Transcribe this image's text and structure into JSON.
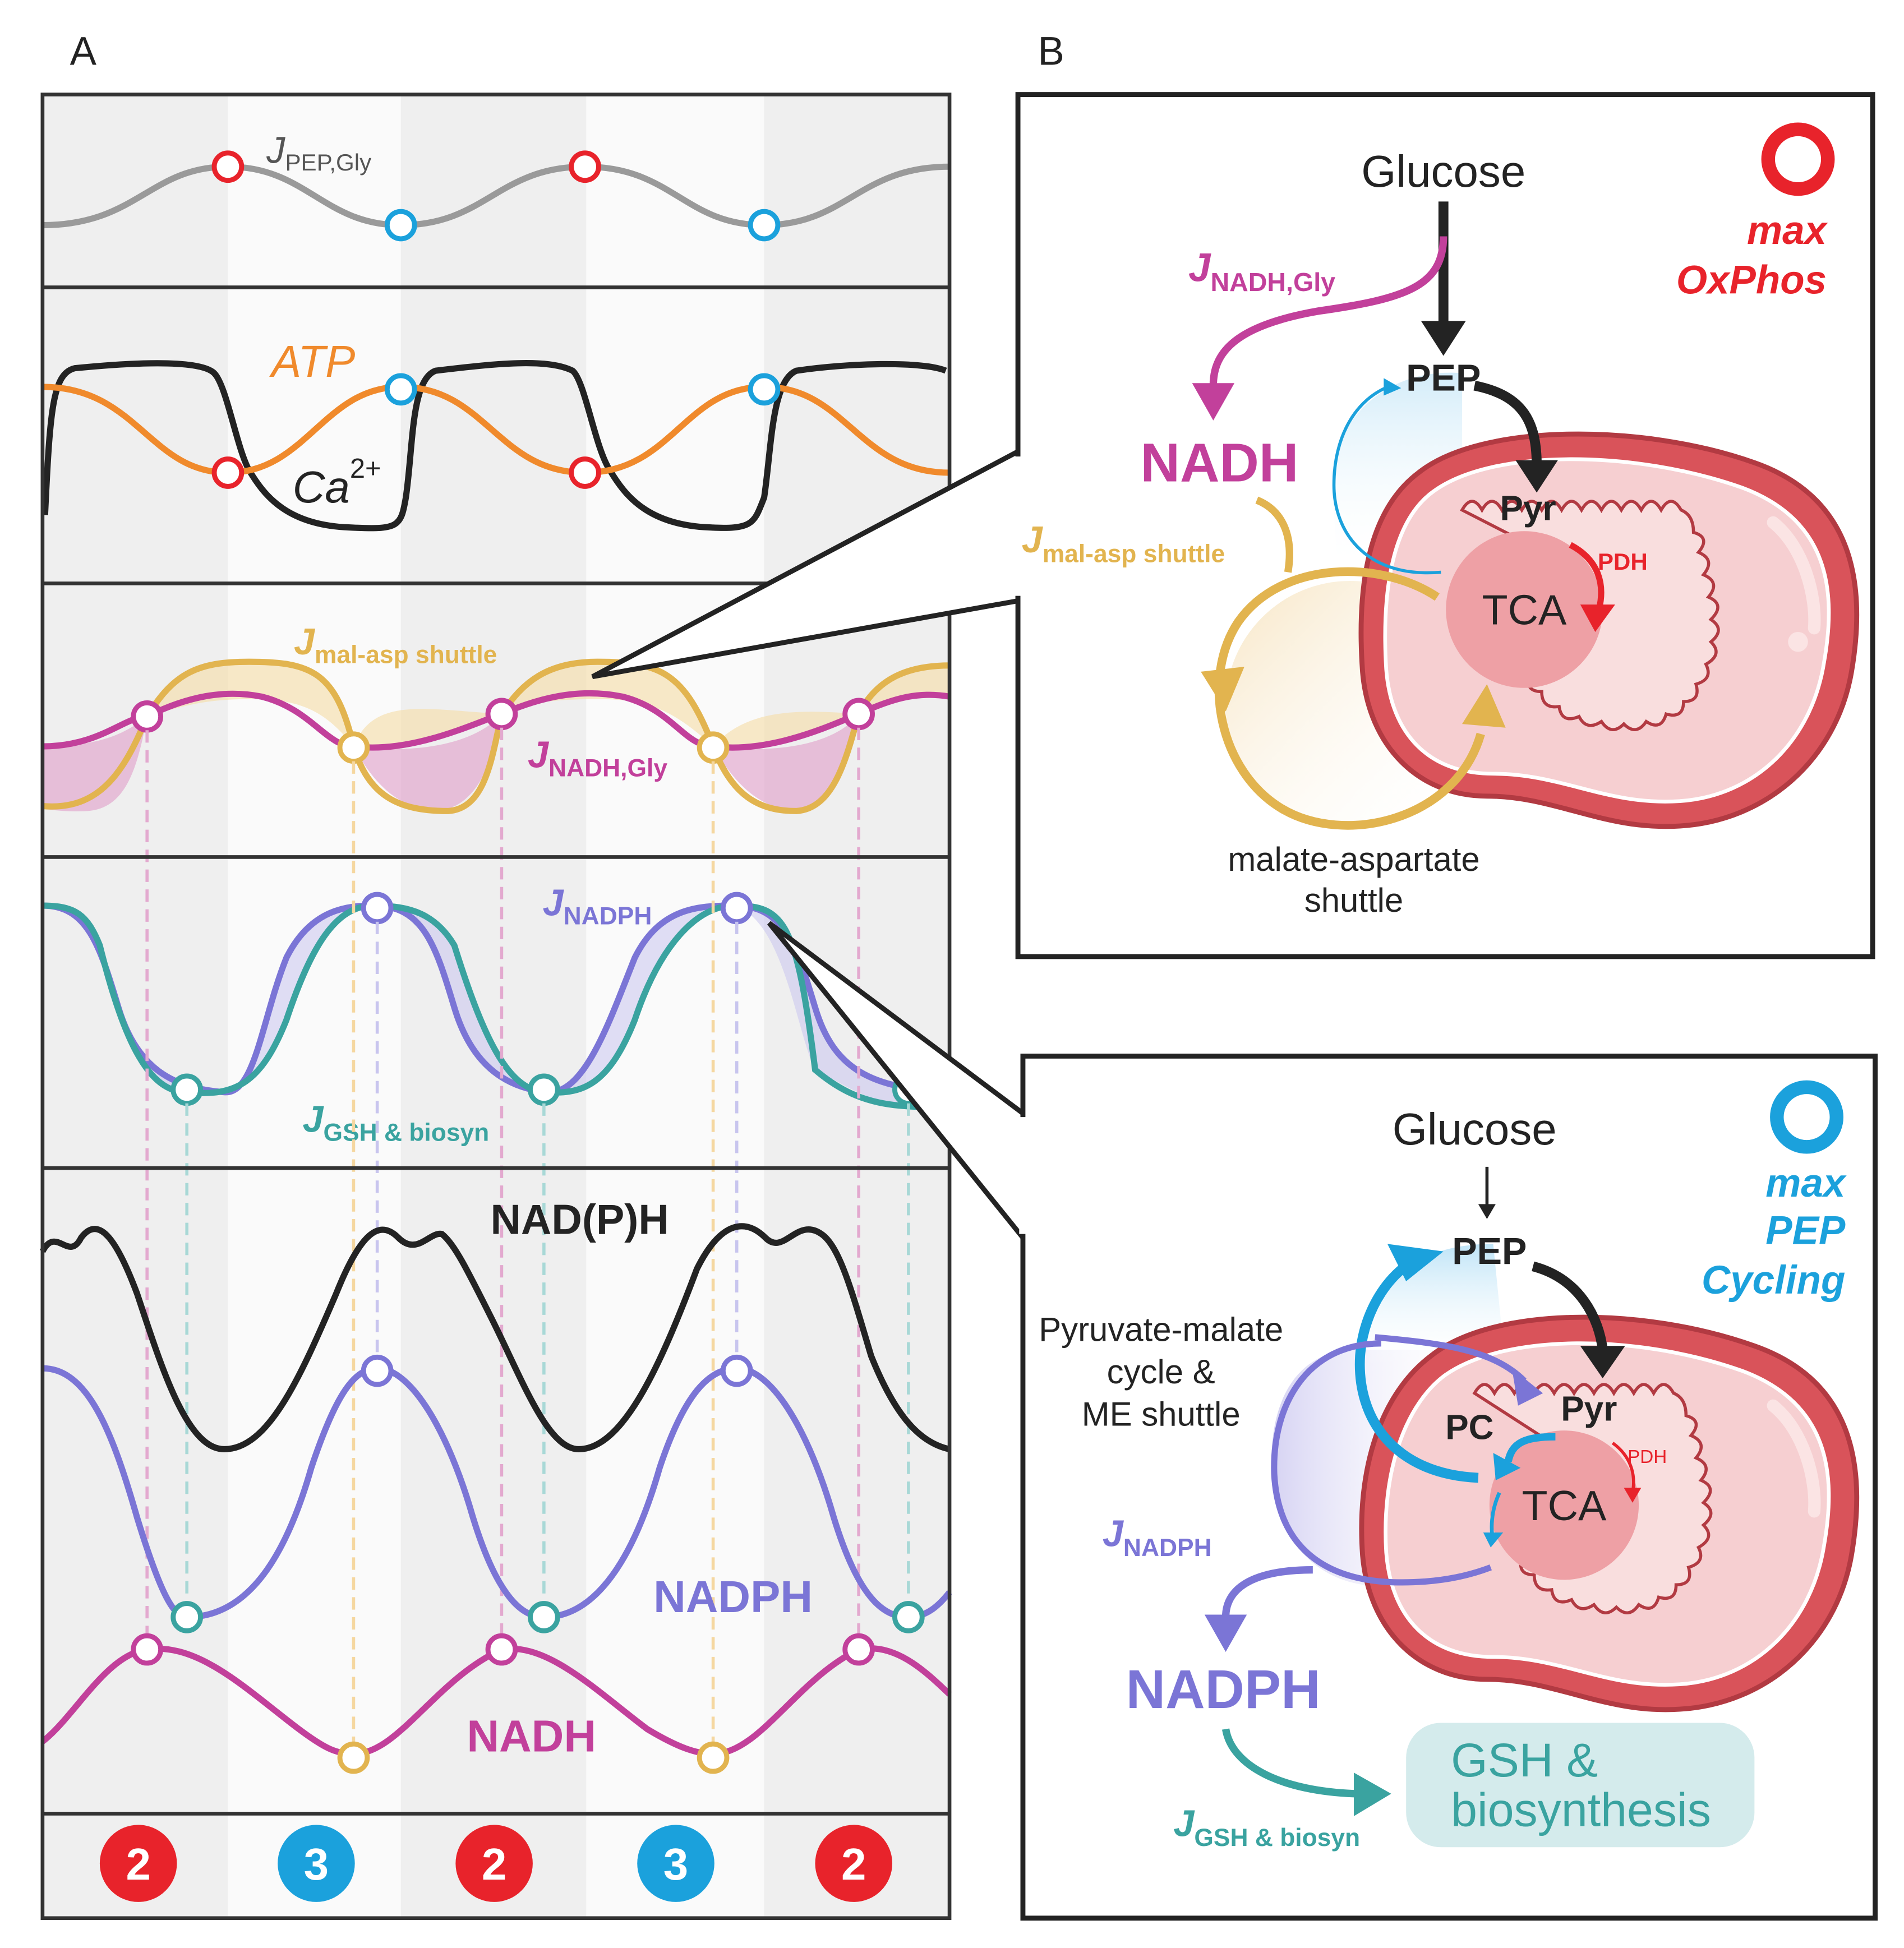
{
  "panel_a": {
    "letter": "A",
    "phase_labels": [
      "2",
      "3",
      "2",
      "3",
      "2"
    ],
    "row1": {
      "j": "J",
      "sub": "PEP,Gly"
    },
    "row2": {
      "atp": "ATP",
      "ca": "Ca",
      "ca_sup": "2+"
    },
    "row3": {
      "mal_j": "J",
      "mal_sub": "mal-asp shuttle",
      "nadh_j": "J",
      "nadh_sub": "NADH,Gly"
    },
    "row4": {
      "nadph_j": "J",
      "nadph_sub": "NADPH",
      "gsh_j": "J",
      "gsh_sub": "GSH & biosyn"
    },
    "row5": {
      "nadph_total": "NAD(P)H",
      "nadph": "NADPH",
      "nadh": "NADH"
    }
  },
  "panel_b": {
    "letter": "B",
    "top": {
      "glucose": "Glucose",
      "j_nadh_gly": "J",
      "j_nadh_gly_sub": "NADH,Gly",
      "pep": "PEP",
      "nadh": "NADH",
      "pyr": "Pyr",
      "pdh": "PDH",
      "tca": "TCA",
      "j_mal": "J",
      "j_mal_sub": "mal-asp shuttle",
      "shuttle_line1": "malate-aspartate",
      "shuttle_line2": "shuttle",
      "mode_line1": "max",
      "mode_line2": "OxPhos"
    },
    "bottom": {
      "glucose": "Glucose",
      "pep": "PEP",
      "pyr": "Pyr",
      "pc": "PC",
      "pdh": "PDH",
      "tca": "TCA",
      "cycle_line1": "Pyruvate-malate",
      "cycle_line2": "cycle &",
      "cycle_line3": "ME shuttle",
      "j_nadph": "J",
      "j_nadph_sub": "NADPH",
      "nadph": "NADPH",
      "gsh_line1": "GSH &",
      "gsh_line2": "biosynthesis",
      "j_gsh": "J",
      "j_gsh_sub": "GSH & biosyn",
      "mode_line1": "max",
      "mode_line2": "PEP",
      "mode_line3": "Cycling"
    }
  },
  "colors": {
    "red": "#e8232b",
    "blue": "#1ba1dc",
    "orange": "#f08a2c",
    "gold": "#e2b44f",
    "magenta": "#c2409b",
    "purple": "#7b75d6",
    "teal": "#3aa3a0",
    "gray": "#9a9a9a",
    "black": "#232323",
    "mito": "#d9535a",
    "mito_inner": "#f6cfd1",
    "tca_fill": "#eea0a5"
  }
}
